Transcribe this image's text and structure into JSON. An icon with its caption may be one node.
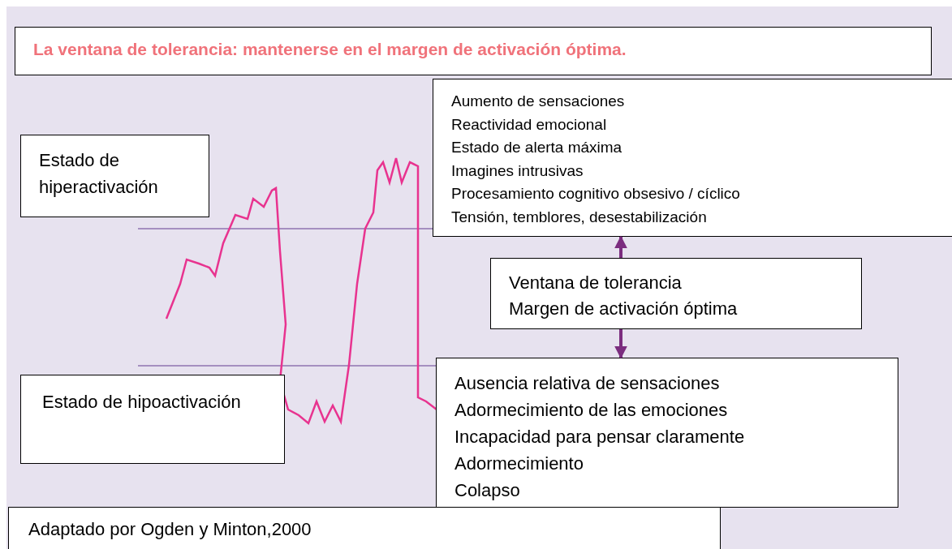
{
  "diagram": {
    "title": "La ventana de tolerancia: mantenerse en el margen de activación óptima.",
    "caption": "Adaptado por Ogden y Minton,2000",
    "nodes": [
      {
        "text": [
          "Estado de hiperactivación"
        ]
      },
      {
        "text": [
          "Estado de hipoactivación"
        ]
      },
      {
        "text": [
          "Aumento de sensaciones",
          "Reactividad emocional",
          "Estado de alerta máxima",
          "Imagines intrusivas",
          "Procesamiento cognitivo obsesivo / cíclico",
          "Tensión, temblores, desestabilización"
        ]
      },
      {
        "text": [
          "Ventana de tolerancia",
          "Margen de activación óptima"
        ]
      },
      {
        "text": [
          "Ausencia relativa de sensaciones",
          "Adormecimiento de las emociones",
          "Incapacidad para pensar claramente",
          "Adormecimiento",
          "Colapso"
        ]
      }
    ],
    "edges": [
      {
        "from": 3,
        "to": 2,
        "arrow": "to"
      },
      {
        "from": 3,
        "to": 4,
        "arrow": "to"
      }
    ]
  }
}
